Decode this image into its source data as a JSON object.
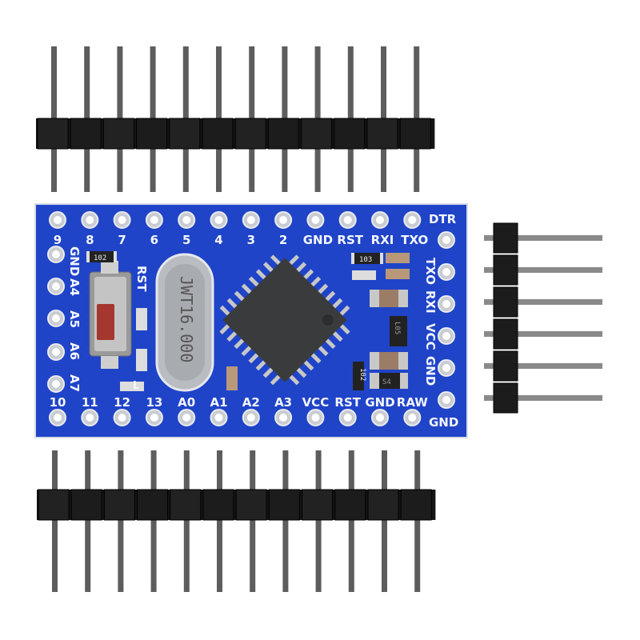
{
  "board": {
    "color": "#1f44c8",
    "top_labels": [
      "9",
      "8",
      "7",
      "6",
      "5",
      "4",
      "3",
      "2",
      "GND",
      "RST",
      "RXI",
      "TXO"
    ],
    "bottom_labels": [
      "10",
      "11",
      "12",
      "13",
      "A0",
      "A1",
      "A2",
      "A3",
      "VCC",
      "RST",
      "GND",
      "RAW"
    ],
    "right_labels": [
      "TXO",
      "RXI",
      "VCC",
      "GND"
    ],
    "left_labels": [
      "GND",
      "A4",
      "A5",
      "A6",
      "A7"
    ],
    "corner_top_right": "DTR",
    "corner_bottom_right": "GND",
    "reset_label": "RST",
    "led_label": "L",
    "crystal_marking": "JWT16.000",
    "resistor_codes": [
      "102",
      "103",
      "102"
    ],
    "regulator_marking": "L05",
    "diode_marking": "S4"
  },
  "headers": {
    "top_pins": 12,
    "bottom_pins": 12,
    "right_angle_pins": 6
  }
}
